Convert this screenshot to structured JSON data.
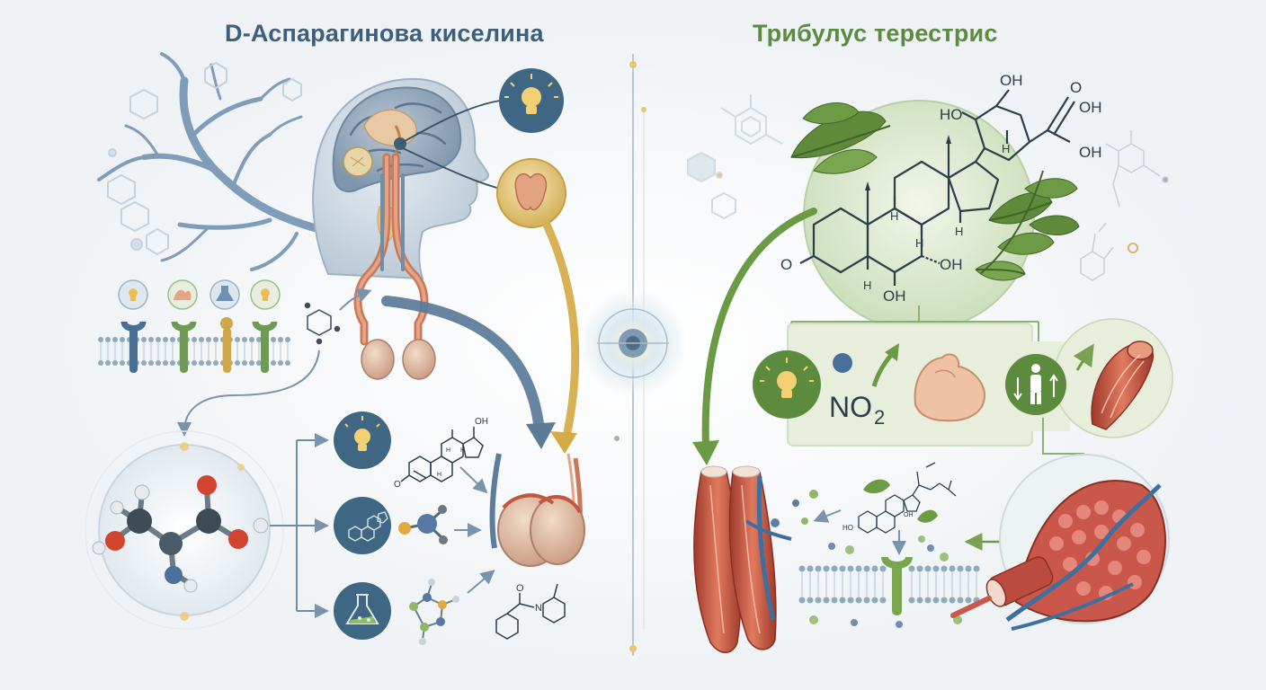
{
  "titles": {
    "left": "D-Аспарагинова киселина",
    "right": "Трибулус терестрис"
  },
  "labels": {
    "no2": "NO",
    "no2_sub": "2",
    "oh": "OH",
    "ho": "HO",
    "h": "H",
    "o": "O",
    "n": "N"
  },
  "colors": {
    "left_accent": "#3e5f7c",
    "right_accent": "#5d8b3e",
    "gold": "#d8b154",
    "muscle": "#c4563f"
  },
  "icons": {
    "left": [
      "brain-icon",
      "bulb-icon",
      "gland-icon",
      "testes-icon",
      "molecule-icon",
      "flask-icon",
      "receptor-icon"
    ],
    "right": [
      "leaf-icon",
      "steroid-icon",
      "muscle-arm-icon",
      "human-figure-icon",
      "muscle-fiber-icon",
      "membrane-icon"
    ]
  }
}
